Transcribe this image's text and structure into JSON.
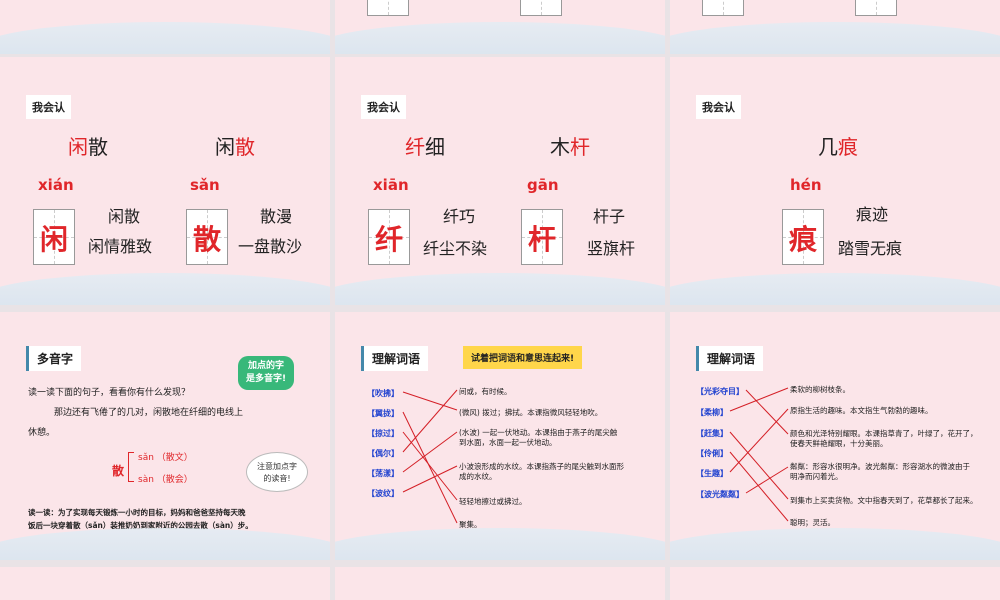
{
  "slide4": {
    "tag": "我会认",
    "word1_char": "闲",
    "word1_rest": "散",
    "word2_first": "闲",
    "word2_char": "散",
    "py1": "xián",
    "py2": "sǎn",
    "grid1": "闲",
    "grid2": "散",
    "w1a": "闲散",
    "w1b": "闲情雅致",
    "w2a": "散漫",
    "w2b": "一盘散沙"
  },
  "slide5": {
    "tag": "我会认",
    "word1_char": "纤",
    "word1_rest": "细",
    "word2_first": "木",
    "word2_char": "杆",
    "py1": "xiān",
    "py2": "gān",
    "grid1": "纤",
    "grid2": "杆",
    "w1a": "纤巧",
    "w1b": "纤尘不染",
    "w2a": "杆子",
    "w2b": "竖旗杆"
  },
  "slide6": {
    "tag": "我会认",
    "word_first": "几",
    "word_char": "痕",
    "py": "hén",
    "grid": "痕",
    "wa": "痕迹",
    "wb": "踏雪无痕"
  },
  "slide7": {
    "tag": "多音字",
    "bubble": "加点的字\n是多音字!",
    "prompt": "读一读下面的句子，看看你有什么发现？",
    "sentence1": "那边还有飞倦了的几对，闲散地在纤细的电线上",
    "sentence2": "休憩。",
    "poly_char": "散",
    "reading1": "sǎn （散文）",
    "reading2": "sàn （散会）",
    "cloud": "注意加点字\n的读音!",
    "practice1": "读一读：为了实现每天锻炼一小时的目标，妈妈和爸爸坚持每天晚",
    "practice2": "饭后一块穿着散（sǎn）装推奶奶到家附近的公园去散（sàn）步。"
  },
  "slide8": {
    "tag": "理解词语",
    "banner": "试着把词语和意思连起来!",
    "words": [
      "【吹拂】",
      "【翼拢】",
      "【掠过】",
      "【偶尔】",
      "【荡漾】",
      "【波纹】"
    ],
    "meanings": [
      "间或，有时候。",
      "(微风) 拨过；拂拭。本课指微风轻轻地吹。",
      "(水波) 一起一伏地动。本课指由于燕子的尾尖触\n到水面，水面一起一伏地动。",
      "小波浪形成的水纹。本课指燕子的尾尖触到水面形\n成的水纹。",
      "轻轻地擦过或拂过。",
      "聚集。"
    ]
  },
  "slide9": {
    "tag": "理解词语",
    "words": [
      "【光彩夺目】",
      "【柔柳】",
      "【赶集】",
      "【伶俐】",
      "【生趣】",
      "【波光粼粼】"
    ],
    "meanings": [
      "柔软的柳树枝条。",
      "原指生活的趣味。本文指生气勃勃的趣味。",
      "颜色和光泽特别耀眼。本课指草青了，叶绿了，花开了，\n使春天鲜艳耀眼，十分美丽。",
      "粼粼：形容水很明净。波光粼粼：形容湖水的微波由于\n明净而闪着光。",
      "到集市上买卖货物。文中指春天到了，花草都长了起来。",
      "聪明；灵活。"
    ]
  },
  "colors": {
    "accent_red": "#e0262a",
    "vocab_blue": "#2344d0",
    "slide_bg": "#fbe5e9"
  }
}
